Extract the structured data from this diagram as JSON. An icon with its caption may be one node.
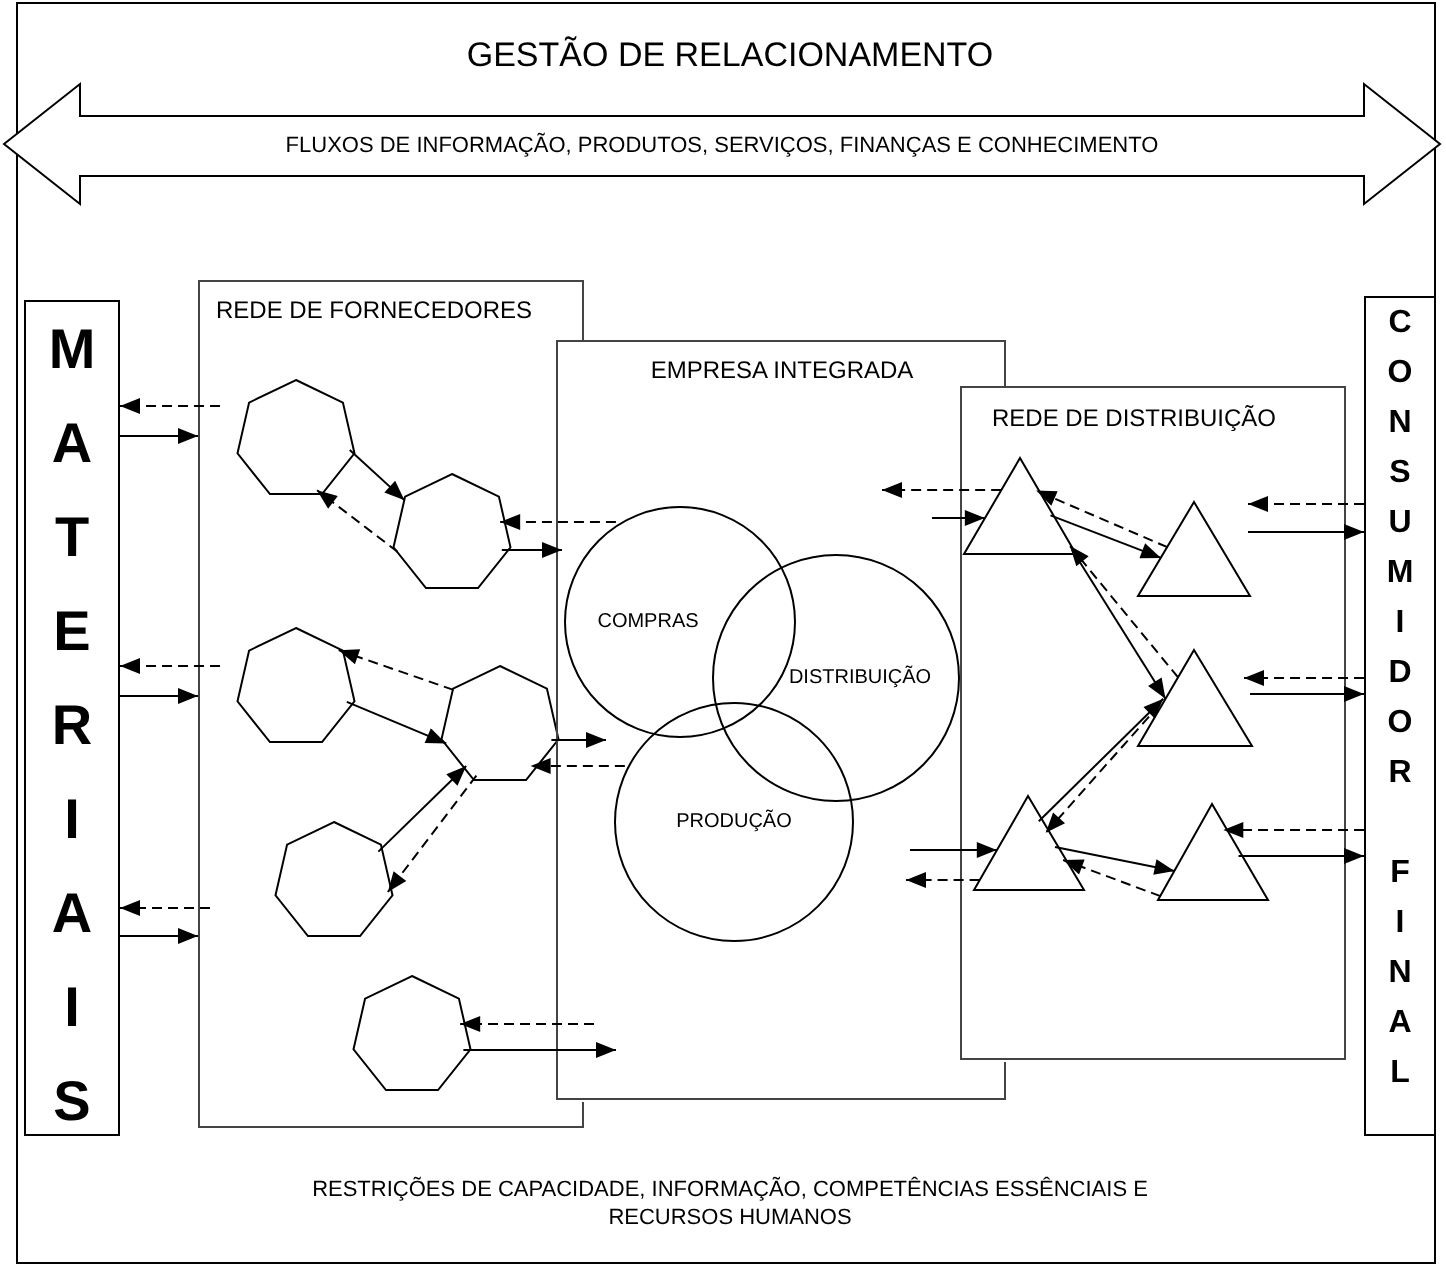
{
  "diagram": {
    "title": "GESTÃO DE RELACIONAMENTO",
    "caption": "RESTRIÇÕES DE CAPACIDADE, INFORMAÇÃO, COMPETÊNCIAS ESSÊNCIAIS E RECURSOS HUMANOS",
    "nodes": [
      {
        "text": [
          "FLUXOS DE INFORMAÇÃO, PRODUTOS, SERVIÇOS, FINANÇAS E CONHECIMENTO"
        ]
      },
      {
        "text": [
          "MATERIAIS"
        ]
      },
      {
        "text": [
          "REDE DE FORNECEDORES"
        ]
      },
      {
        "text": [
          "EMPRESA INTEGRADA"
        ]
      },
      {
        "text": [
          "REDE DE DISTRIBUIÇÃO"
        ]
      },
      {
        "text": [
          "CONSUMIDOR FINAL"
        ]
      },
      {
        "text": [],
        "shape": "heptagon",
        "in": 2
      },
      {
        "text": [],
        "shape": "heptagon",
        "in": 2
      },
      {
        "text": [],
        "shape": "heptagon",
        "in": 2
      },
      {
        "text": [],
        "shape": "heptagon",
        "in": 2
      },
      {
        "text": [],
        "shape": "heptagon",
        "in": 2
      },
      {
        "text": [],
        "shape": "heptagon",
        "in": 2
      },
      {
        "text": [
          "COMPRAS"
        ],
        "in": 3
      },
      {
        "text": [
          "DISTRIBUIÇÃO"
        ],
        "in": 3
      },
      {
        "text": [
          "PRODUÇÃO"
        ],
        "in": 3
      },
      {
        "text": [],
        "shape": "triangle",
        "in": 4
      },
      {
        "text": [],
        "shape": "triangle",
        "in": 4
      },
      {
        "text": [],
        "shape": "triangle",
        "in": 4
      },
      {
        "text": [],
        "shape": "triangle",
        "in": 4
      },
      {
        "text": [],
        "shape": "triangle",
        "in": 4
      }
    ],
    "edges": [
      {
        "from": 2,
        "to": 1,
        "arrow": "to",
        "style": "dashed"
      },
      {
        "from": 1,
        "to": 2,
        "arrow": "to"
      },
      {
        "from": 2,
        "to": 1,
        "arrow": "to",
        "style": "dashed"
      },
      {
        "from": 1,
        "to": 2,
        "arrow": "to"
      },
      {
        "from": 2,
        "to": 1,
        "arrow": "to",
        "style": "dashed"
      },
      {
        "from": 1,
        "to": 2,
        "arrow": "to"
      },
      {
        "from": 6,
        "to": 7,
        "arrow": "to"
      },
      {
        "from": 7,
        "to": 6,
        "arrow": "to",
        "style": "dashed"
      },
      {
        "from": 7,
        "to": 12,
        "arrow": "to"
      },
      {
        "from": 12,
        "to": 7,
        "arrow": "to",
        "style": "dashed"
      },
      {
        "from": 8,
        "to": 9,
        "arrow": "to"
      },
      {
        "from": 9,
        "to": 8,
        "arrow": "to",
        "style": "dashed"
      },
      {
        "from": 9,
        "to": 3,
        "arrow": "to"
      },
      {
        "from": 14,
        "to": 9,
        "arrow": "to",
        "style": "dashed"
      },
      {
        "from": 10,
        "to": 9,
        "arrow": "to"
      },
      {
        "from": 9,
        "to": 10,
        "arrow": "to",
        "style": "dashed"
      },
      {
        "from": 11,
        "to": 3,
        "arrow": "to"
      },
      {
        "from": 3,
        "to": 11,
        "arrow": "to",
        "style": "dashed"
      },
      {
        "from": null,
        "to": 15,
        "arrow": "to"
      },
      {
        "from": 15,
        "to": null,
        "arrow": "to",
        "style": "dashed"
      },
      {
        "from": 15,
        "to": 16,
        "arrow": "to"
      },
      {
        "from": 16,
        "to": 15,
        "arrow": "to",
        "style": "dashed"
      },
      {
        "from": 15,
        "to": 17,
        "arrow": "to"
      },
      {
        "from": 17,
        "to": 15,
        "arrow": "to",
        "style": "dashed"
      },
      {
        "from": 18,
        "to": 17,
        "arrow": "to"
      },
      {
        "from": 17,
        "to": 18,
        "arrow": "to",
        "style": "dashed"
      },
      {
        "from": null,
        "to": 18,
        "arrow": "to"
      },
      {
        "from": 18,
        "to": null,
        "arrow": "to",
        "style": "dashed"
      },
      {
        "from": 18,
        "to": 19,
        "arrow": "to"
      },
      {
        "from": 19,
        "to": 18,
        "arrow": "to",
        "style": "dashed"
      },
      {
        "from": 16,
        "to": 5,
        "arrow": "to"
      },
      {
        "from": 5,
        "to": 16,
        "arrow": "to",
        "style": "dashed"
      },
      {
        "from": 17,
        "to": 5,
        "arrow": "to"
      },
      {
        "from": 5,
        "to": 17,
        "arrow": "to",
        "style": "dashed"
      },
      {
        "from": 19,
        "to": 5,
        "arrow": "to"
      },
      {
        "from": 5,
        "to": 19,
        "arrow": "to",
        "style": "dashed"
      }
    ]
  }
}
